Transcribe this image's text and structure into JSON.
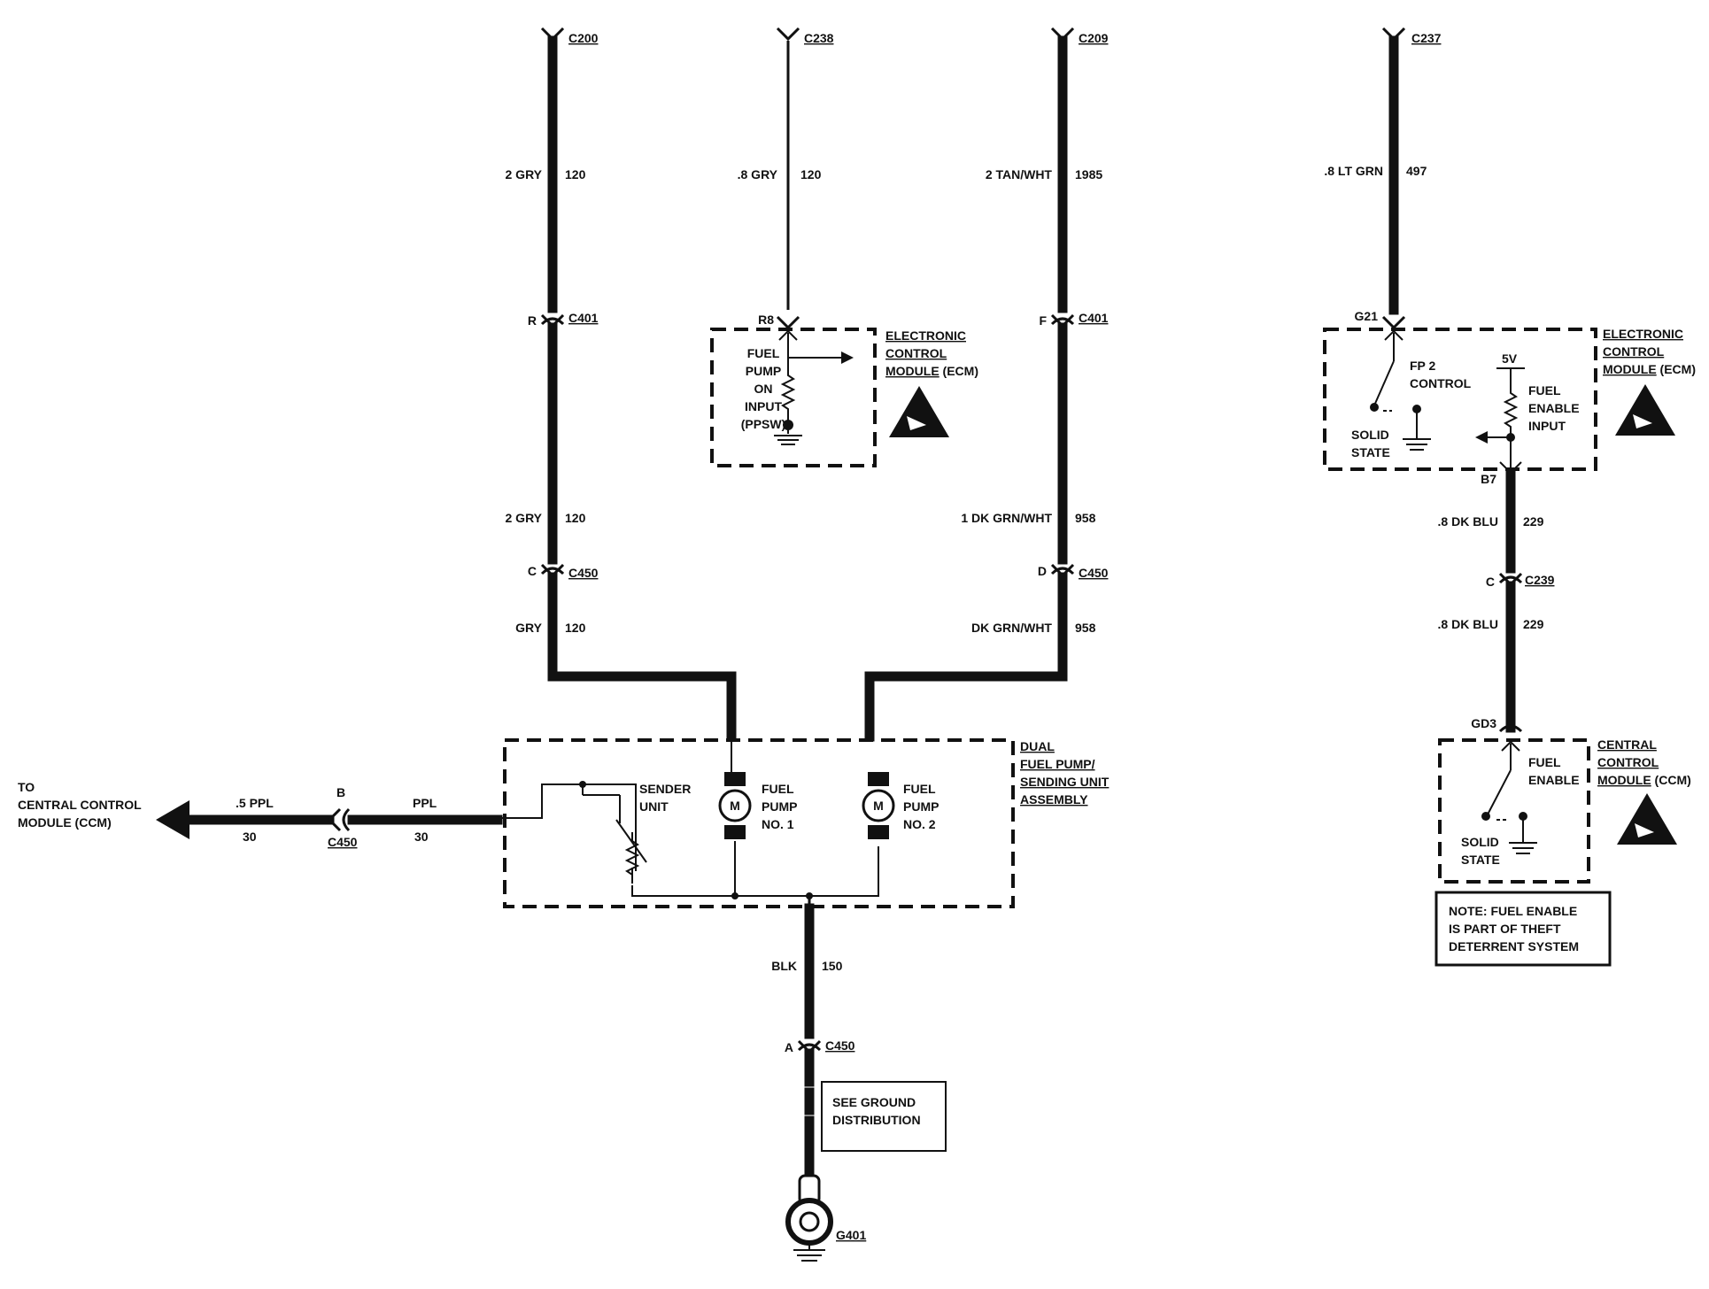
{
  "wires": {
    "gry_top": {
      "connector": "C200",
      "size_color": "2 GRY",
      "circuit": "120"
    },
    "gry_ecm": {
      "connector": "C238",
      "size_color": ".8 GRY",
      "circuit": "120",
      "pin": "R8"
    },
    "tan": {
      "connector": "C209",
      "size_color": "2 TAN/WHT",
      "circuit": "1985"
    },
    "ltgrn": {
      "connector": "C237",
      "size_color": ".8 LT GRN",
      "circuit": "497",
      "pin": "G21"
    },
    "gry_mid": {
      "pin": "R",
      "connector": "C401",
      "size_color": "2 GRY",
      "circuit": "120"
    },
    "gry_low": {
      "pin": "C",
      "connector": "C450",
      "size_color": "GRY",
      "circuit": "120"
    },
    "dkgrn_401": {
      "pin": "F",
      "connector": "C401"
    },
    "dkgrn_mid": {
      "size_color": "1 DK GRN/WHT",
      "circuit": "958"
    },
    "dkgrn_low": {
      "pin": "D",
      "connector": "C450",
      "size_color": "DK GRN/WHT",
      "circuit": "958"
    },
    "dkblu_b7": {
      "pin": "B7",
      "size_color": ".8 DK BLU",
      "circuit": "229"
    },
    "dkblu_c239": {
      "pin": "C",
      "connector": "C239",
      "size_color": ".8 DK BLU",
      "circuit": "229"
    },
    "gd3": {
      "pin": "GD3"
    },
    "ppl": {
      "left_size_color": ".5 PPL",
      "left_circuit": "30",
      "pin": "B",
      "connector": "C450",
      "right_size_color": "PPL",
      "right_circuit": "30",
      "to_lines": [
        "TO",
        "CENTRAL CONTROL",
        "MODULE (CCM)"
      ]
    },
    "blk": {
      "size_color": "BLK",
      "circuit": "150",
      "pin": "A",
      "connector": "C450"
    },
    "ground": "G401"
  },
  "ecm1": {
    "title_lines": [
      "ELECTRONIC",
      "CONTROL",
      "MODULE"
    ],
    "suffix": " (ECM)",
    "input_lines": [
      "FUEL",
      "PUMP",
      "ON",
      "INPUT",
      "(PPSW)"
    ]
  },
  "ecm2": {
    "title_lines": [
      "ELECTRONIC",
      "CONTROL",
      "MODULE"
    ],
    "suffix": " (ECM)",
    "switch_lines": [
      "FP 2",
      "CONTROL"
    ],
    "solid_lines": [
      "SOLID",
      "STATE"
    ],
    "voltage": "5V",
    "input_lines": [
      "FUEL",
      "ENABLE",
      "INPUT"
    ]
  },
  "ccm": {
    "title_lines": [
      "CENTRAL",
      "CONTROL",
      "MODULE"
    ],
    "suffix": " (CCM)",
    "switch_lines": [
      "FUEL",
      "ENABLE"
    ],
    "solid_lines": [
      "SOLID",
      "STATE"
    ]
  },
  "pump_assembly": {
    "title_lines": [
      "DUAL",
      "FUEL PUMP/",
      "SENDING UNIT",
      "ASSEMBLY"
    ],
    "sender_lines": [
      "SENDER",
      "UNIT"
    ],
    "pump1_lines": [
      "FUEL",
      "PUMP",
      "NO. 1"
    ],
    "pump2_lines": [
      "FUEL",
      "PUMP",
      "NO. 2"
    ],
    "motor_symbol": "M"
  },
  "ground_note_lines": [
    "SEE GROUND",
    "DISTRIBUTION"
  ],
  "note_lines": [
    "NOTE:  FUEL ENABLE",
    "IS PART OF THEFT",
    "DETERRENT SYSTEM"
  ],
  "colors": {
    "ink": "#111111",
    "background": "#ffffff"
  }
}
